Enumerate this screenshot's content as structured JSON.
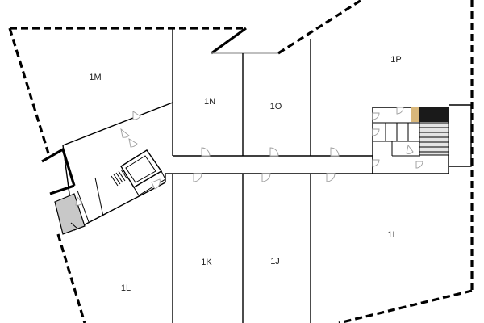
{
  "rooms": [
    {
      "id": "1m",
      "label": "1M"
    },
    {
      "id": "1n",
      "label": "1N"
    },
    {
      "id": "1o",
      "label": "1O"
    },
    {
      "id": "1p",
      "label": "1P"
    },
    {
      "id": "1l",
      "label": "1L"
    },
    {
      "id": "1k",
      "label": "1K"
    },
    {
      "id": "1j",
      "label": "1J"
    },
    {
      "id": "1i",
      "label": "1I"
    }
  ],
  "colors": {
    "exterior_wall": "#000000",
    "interior_wall": "#000000",
    "door": "#9c9c9c",
    "stair_fill": "#e4e4e4",
    "stair_dark": "#1a1a1a",
    "storage_fill": "#c8c8c8",
    "accent_tan": "#d9b77a"
  }
}
